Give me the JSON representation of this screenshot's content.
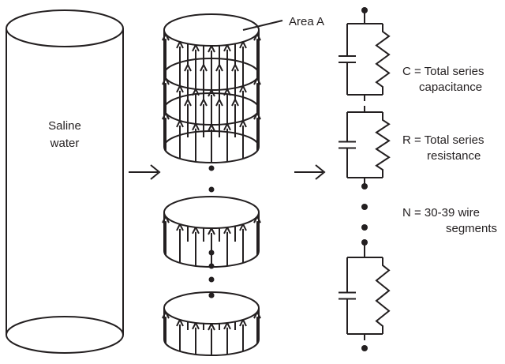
{
  "cylinder": {
    "label_line1": "Saline",
    "label_line2": "water"
  },
  "area_label": "Area  A",
  "circuit": {
    "capacitance_line1": "C = Total series",
    "capacitance_line2": "capacitance",
    "resistance_line1": "R = Total series",
    "resistance_line2": "resistance",
    "segments_line1": "N = 30-39 wire",
    "segments_line2": "segments"
  }
}
